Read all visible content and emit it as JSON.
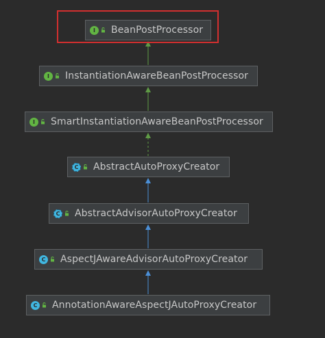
{
  "nodes": [
    {
      "id": "bpp",
      "kind": "interface",
      "icon_letter": "I",
      "label": "BeanPostProcessor"
    },
    {
      "id": "iabpp",
      "kind": "interface",
      "icon_letter": "I",
      "label": "InstantiationAwareBeanPostProcessor"
    },
    {
      "id": "siabpp",
      "kind": "interface",
      "icon_letter": "I",
      "label": "SmartInstantiationAwareBeanPostProcessor"
    },
    {
      "id": "aapc",
      "kind": "abstract",
      "icon_letter": "C",
      "label": "AbstractAutoProxyCreator"
    },
    {
      "id": "aaapc",
      "kind": "abstract",
      "icon_letter": "C",
      "label": "AbstractAdvisorAutoProxyCreator"
    },
    {
      "id": "ajaapc",
      "kind": "class",
      "icon_letter": "C",
      "label": "AspectJAwareAdvisorAutoProxyCreator"
    },
    {
      "id": "aaajapc",
      "kind": "class",
      "icon_letter": "C",
      "label": "AnnotationAwareAspectJAutoProxyCreator"
    }
  ],
  "edges": [
    {
      "from": "iabpp",
      "to": "bpp",
      "relation": "extends-interface"
    },
    {
      "from": "siabpp",
      "to": "iabpp",
      "relation": "extends-interface"
    },
    {
      "from": "aapc",
      "to": "siabpp",
      "relation": "implements"
    },
    {
      "from": "aaapc",
      "to": "aapc",
      "relation": "extends"
    },
    {
      "from": "ajaapc",
      "to": "aaapc",
      "relation": "extends"
    },
    {
      "from": "aaajapc",
      "to": "ajaapc",
      "relation": "extends"
    }
  ],
  "colors": {
    "background": "#2b2b2b",
    "node_fill": "#3c3f41",
    "node_border": "#5e6163",
    "text": "#c8c8c8",
    "interface_icon": "#62b543",
    "class_icon": "#40b6e0",
    "interface_edge": "#5f9b46",
    "class_edge": "#4b8fd6",
    "highlight": "#d32f2f",
    "visibility_icon": "#62b543"
  },
  "highlighted_node": "bpp"
}
